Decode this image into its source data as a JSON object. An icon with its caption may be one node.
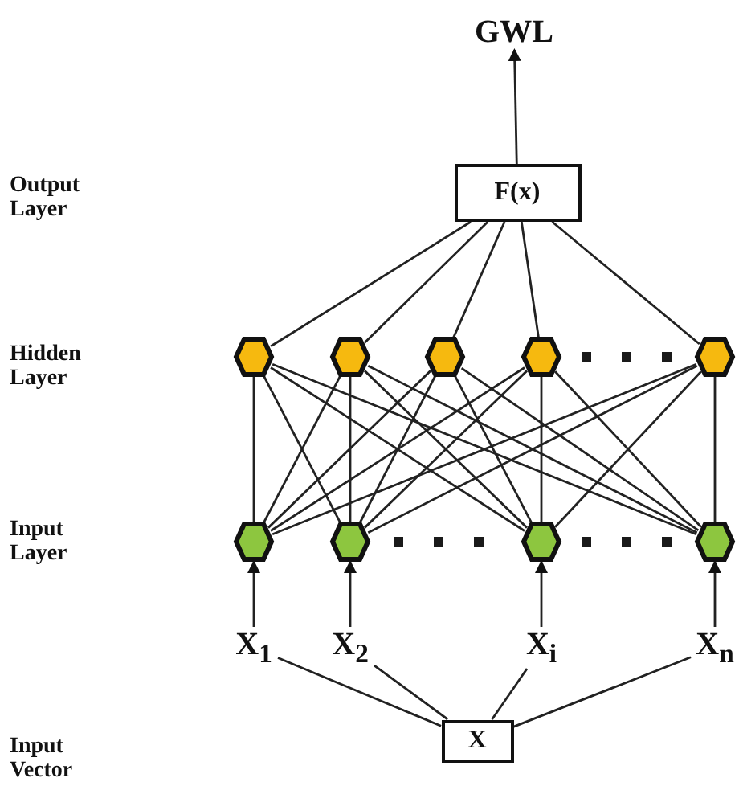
{
  "diagram": {
    "nodes": [
      {
        "text": [
          "GWL"
        ]
      },
      {
        "text": [
          "F(x)"
        ]
      },
      {
        "text": [],
        "shape": "hexagon"
      },
      {
        "text": [],
        "shape": "hexagon"
      },
      {
        "text": [],
        "shape": "hexagon"
      },
      {
        "text": [],
        "shape": "hexagon"
      },
      {
        "text": [],
        "shape": "hexagon"
      },
      {
        "text": [],
        "shape": "hexagon"
      },
      {
        "text": [],
        "shape": "hexagon"
      },
      {
        "text": [],
        "shape": "hexagon"
      },
      {
        "text": [],
        "shape": "hexagon"
      },
      {
        "text": [
          "X$_{1}$"
        ]
      },
      {
        "text": [
          "X$_{2}$"
        ]
      },
      {
        "text": [
          "X$_{i}$"
        ]
      },
      {
        "text": [
          "X$_{n}$"
        ]
      },
      {
        "text": [
          "X"
        ]
      }
    ],
    "edges": [
      {
        "from": 1,
        "to": 0,
        "arrow": "to"
      },
      {
        "from": 2,
        "to": 1,
        "arrow": "none"
      },
      {
        "from": 3,
        "to": 1,
        "arrow": "none"
      },
      {
        "from": 4,
        "to": 1,
        "arrow": "none"
      },
      {
        "from": 5,
        "to": 1,
        "arrow": "none"
      },
      {
        "from": 6,
        "to": 1,
        "arrow": "none"
      },
      {
        "from": 7,
        "to": 2,
        "arrow": "none"
      },
      {
        "from": 7,
        "to": 3,
        "arrow": "none"
      },
      {
        "from": 7,
        "to": 4,
        "arrow": "none"
      },
      {
        "from": 7,
        "to": 5,
        "arrow": "none"
      },
      {
        "from": 7,
        "to": 6,
        "arrow": "none"
      },
      {
        "from": 8,
        "to": 2,
        "arrow": "none"
      },
      {
        "from": 8,
        "to": 3,
        "arrow": "none"
      },
      {
        "from": 8,
        "to": 4,
        "arrow": "none"
      },
      {
        "from": 8,
        "to": 5,
        "arrow": "none"
      },
      {
        "from": 8,
        "to": 6,
        "arrow": "none"
      },
      {
        "from": 9,
        "to": 2,
        "arrow": "none"
      },
      {
        "from": 9,
        "to": 3,
        "arrow": "none"
      },
      {
        "from": 9,
        "to": 4,
        "arrow": "none"
      },
      {
        "from": 9,
        "to": 5,
        "arrow": "none"
      },
      {
        "from": 9,
        "to": 6,
        "arrow": "none"
      },
      {
        "from": 10,
        "to": 2,
        "arrow": "none"
      },
      {
        "from": 10,
        "to": 3,
        "arrow": "none"
      },
      {
        "from": 10,
        "to": 4,
        "arrow": "none"
      },
      {
        "from": 10,
        "to": 5,
        "arrow": "none"
      },
      {
        "from": 10,
        "to": 6,
        "arrow": "none"
      },
      {
        "from": 11,
        "to": 7,
        "arrow": "to"
      },
      {
        "from": 12,
        "to": 8,
        "arrow": "to"
      },
      {
        "from": 13,
        "to": 9,
        "arrow": "to"
      },
      {
        "from": 14,
        "to": 10,
        "arrow": "to"
      },
      {
        "from": 15,
        "to": 11,
        "arrow": "none"
      },
      {
        "from": 15,
        "to": 12,
        "arrow": "none"
      },
      {
        "from": 15,
        "to": 13,
        "arrow": "none"
      },
      {
        "from": 15,
        "to": 14,
        "arrow": "none"
      }
    ],
    "labels": [
      "Output Layer",
      "Hidden Layer",
      "Input Layer",
      "Input Vector"
    ]
  }
}
